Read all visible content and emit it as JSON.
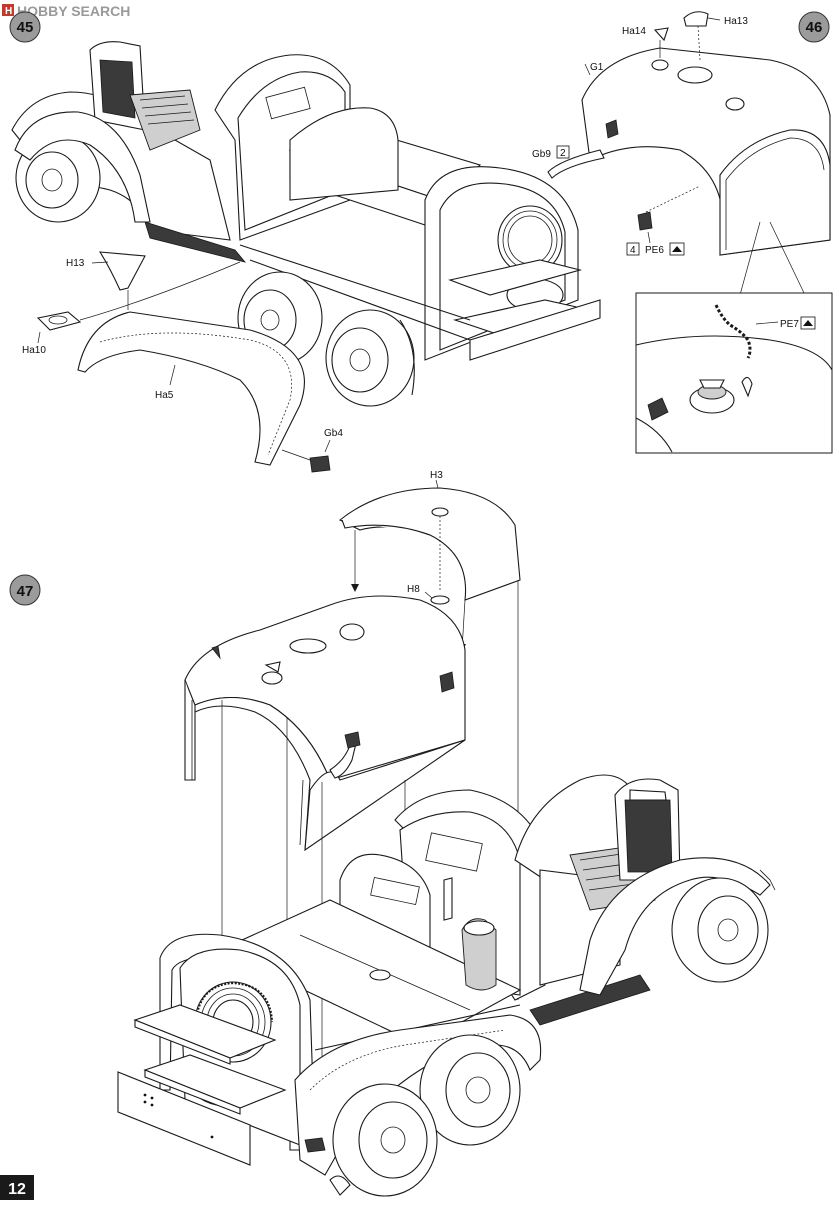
{
  "watermark": {
    "brand": "HOBBY SEARCH"
  },
  "page_number": "12",
  "steps": {
    "s45": "45",
    "s46": "46",
    "s47": "47"
  },
  "parts": {
    "h13": "H13",
    "ha10": "Ha10",
    "ha5": "Ha5",
    "gb4": "Gb4",
    "ha14": "Ha14",
    "ha13": "Ha13",
    "g1": "G1",
    "gb9": "Gb9",
    "gb9_qty": "2",
    "pe6_qty": "4",
    "pe6": "PE6",
    "pe7": "PE7",
    "h3": "H3",
    "h8": "H8"
  }
}
